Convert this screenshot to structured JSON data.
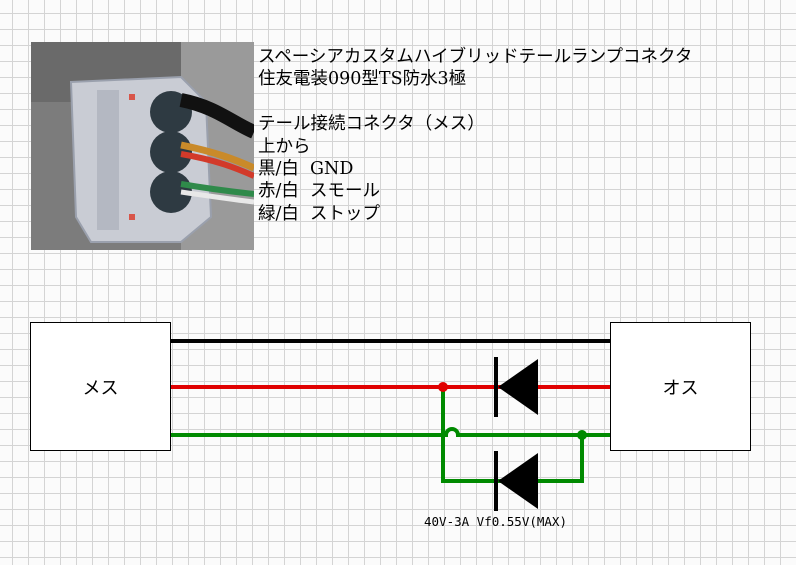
{
  "photo": {
    "alt": ""
  },
  "notes": {
    "title": "スペーシアカスタムハイブリッドテールランプコネクタ",
    "subtitle": "住友電装090型TS防水3極",
    "connector_heading": "テール接続コネクタ（メス）",
    "order_note": "上から",
    "pins": [
      {
        "wire": "黒/白",
        "function": "GND"
      },
      {
        "wire": "赤/白",
        "function": "スモール"
      },
      {
        "wire": "緑/白",
        "function": "ストップ"
      }
    ]
  },
  "diagram": {
    "left_connector": "メス",
    "right_connector": "オス",
    "diode_spec": "40V-3A Vf0.55V(MAX)",
    "wire_colors": {
      "black": "#000000",
      "red": "#e00000",
      "green": "#008a00"
    }
  }
}
